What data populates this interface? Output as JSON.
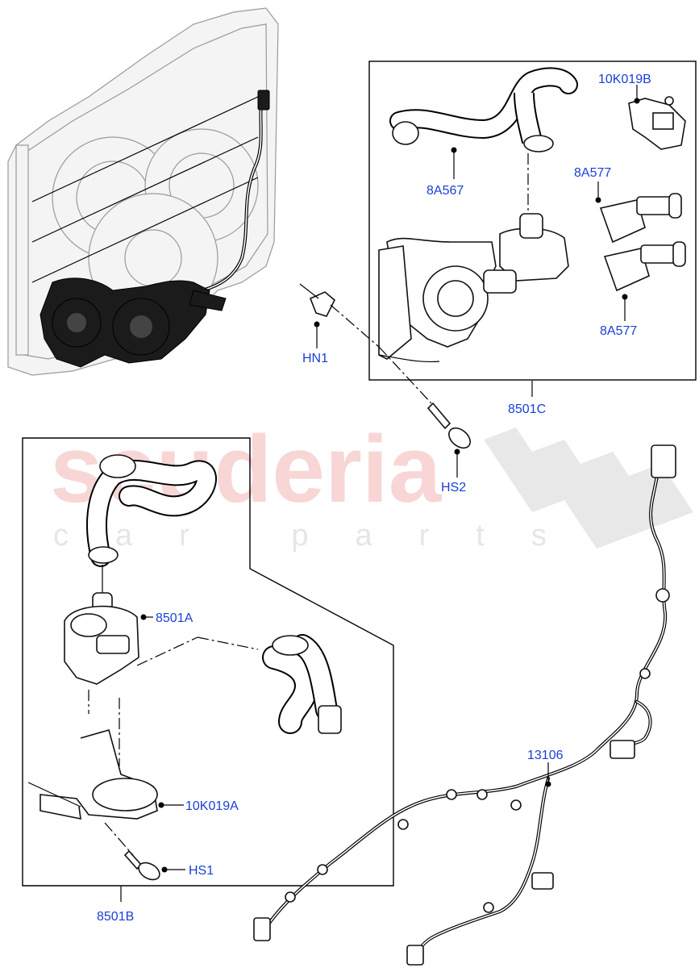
{
  "watermark": {
    "brand": "scuderia",
    "tagline": "car parts"
  },
  "callouts": {
    "hn1": "HN1",
    "hs2": "HS2",
    "hs1": "HS1",
    "k10k019b": "10K019B",
    "k10k019a": "10K019A",
    "p8a567": "8A567",
    "p8a577_top": "8A577",
    "p8a577_bottom": "8A577",
    "p8501c": "8501C",
    "p8501a": "8501A",
    "p8501b": "8501B",
    "p13106": "13106"
  },
  "colors": {
    "callout_text": "#1a3fd6",
    "watermark_red": "#f6c9c9",
    "watermark_grey": "#e6e6e6"
  }
}
